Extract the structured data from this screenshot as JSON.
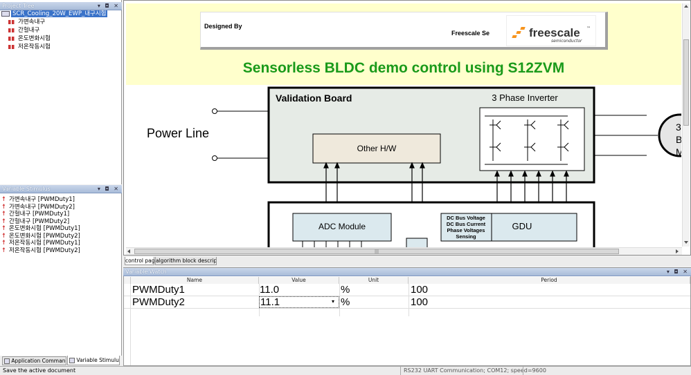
{
  "project_tree": {
    "title": "Project Tree",
    "root": "SCR_Cooling_20W_EWP_내구시험",
    "items": [
      "가변속내구",
      "간헐내구",
      "온도변화시험",
      "저온작동시험"
    ]
  },
  "variable_stimulus": {
    "title": "Variable Stimulus",
    "items": [
      "가변속내구 [PWMDuty1]",
      "가변속내구 [PWMDuty2]",
      "간헐내구 [PWMDuty1]",
      "간헐내구 [PWMDuty2]",
      "온도변화시험 [PWMDuty1]",
      "온도변화시험 [PWMDuty2]",
      "저온작동시험 [PWMDuty1]",
      "저온작동시험 [PWMDuty2]"
    ]
  },
  "bottom_tabs": {
    "application_commands": "Application Commands",
    "variable_stimulus": "Variable Stimulus"
  },
  "document": {
    "designed_by": "Designed By",
    "company": "Freescale Se",
    "logo_text": "freescale",
    "logo_sub": "semiconductor",
    "logo_tm": "™",
    "title": "Sensorless BLDC demo control using S12ZVM",
    "power_line": "Power Line",
    "validation_board": "Validation Board",
    "inverter": "3 Phase Inverter",
    "other_hw": "Other H/W",
    "adc_module": "ADC Module",
    "gdu": "GDU",
    "dc_bus_voltage": "DC Bus Voltage",
    "dc_bus_current": "DC Bus Current",
    "phase_voltages": "Phase Voltages",
    "sensing": "Sensing",
    "motor_top": "3",
    "motor_mid": "B",
    "motor_bot": "M",
    "scroll_grip": "|||"
  },
  "doc_tabs": [
    "control page",
    "algorithm block description"
  ],
  "variable_watch": {
    "title": "Variable Watch",
    "columns": [
      "Name",
      "Value",
      "Unit",
      "Period"
    ],
    "rows": [
      {
        "name": "PWMDuty1",
        "value": "11.0",
        "unit": "%",
        "period": "100"
      },
      {
        "name": "PWMDuty2",
        "value": "11.1",
        "unit": "%",
        "period": "100"
      }
    ]
  },
  "status_bar": {
    "left": "Save the active document",
    "right": "RS232 UART Communication; COM12; speed=9600"
  },
  "colors": {
    "title_green": "#1a9a1a",
    "doc_bg": "#ffffcc",
    "panel_title": "#a9bcd9"
  }
}
